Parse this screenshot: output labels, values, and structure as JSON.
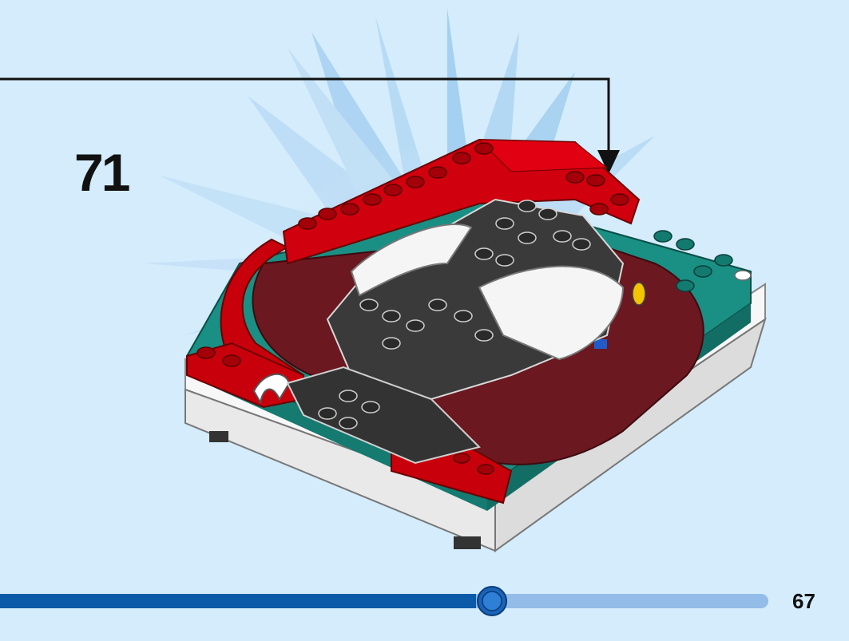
{
  "instruction_page": {
    "step_number": "71",
    "page_number": "67",
    "background_color": "#d4ecfb",
    "progress": {
      "fraction": 0.62,
      "filled_color": "#0b5aa8",
      "track_color": "#93bde8"
    },
    "model_description_icon": "lego-cherry-blossom-stadium-model",
    "callout_arrow_icon": "callout-arrow-icon"
  }
}
